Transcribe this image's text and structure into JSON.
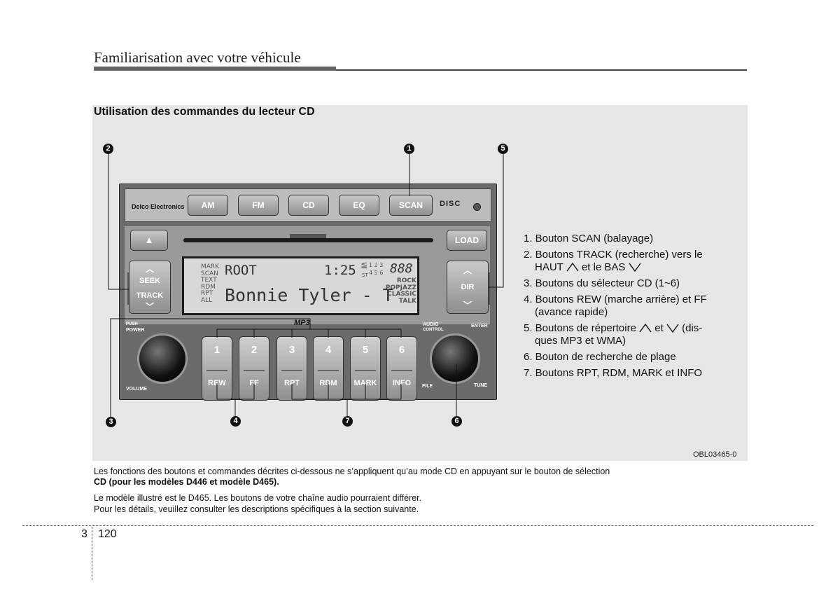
{
  "header": {
    "title": "Familiarisation avec votre véhicule"
  },
  "section": {
    "title": "Utilisation des commandes du lecteur CD",
    "figure_code": "OBL03465-0"
  },
  "callouts": [
    "1",
    "2",
    "3",
    "4",
    "5",
    "6",
    "7"
  ],
  "radio": {
    "brand": "Delco Electronics",
    "top_buttons": [
      "AM",
      "FM",
      "CD",
      "EQ",
      "SCAN"
    ],
    "disc_mark": "DISC",
    "eject_symbol": "▲",
    "load_label": "LOAD",
    "seek_label": "SEEK",
    "track_label": "TRACK",
    "dir_label": "DIR",
    "mp3_label": "MP3",
    "push_label": "PUSH",
    "power_label": "POWER",
    "volume_label": "VOLUME",
    "audio_label": "AUDIO",
    "control_label": "CONTROL",
    "enter_label": "ENTER",
    "file_label": "FILE",
    "tune_label": "TUNE",
    "display": {
      "left_labels": [
        "MARK",
        "SCAN",
        "TEXT",
        "RDM",
        "RPT",
        "ALL"
      ],
      "folder": "ROOT",
      "time": "1:25",
      "disc_numbers": [
        "1 2 3",
        "4 5 6"
      ],
      "st": "ST",
      "segment": "888",
      "eq_modes": [
        "ROCK",
        "POPJAZZ",
        "CLASSIC",
        "TALK"
      ],
      "track_text": "Bonnie Tyler - T"
    },
    "presets": [
      {
        "num": "1",
        "fn": "REW"
      },
      {
        "num": "2",
        "fn": "FF"
      },
      {
        "num": "3",
        "fn": "RPT"
      },
      {
        "num": "4",
        "fn": "RDM"
      },
      {
        "num": "5",
        "fn": "MARK"
      },
      {
        "num": "6",
        "fn": "INFO"
      }
    ]
  },
  "legend": {
    "item1": "1. Bouton SCAN (balayage)",
    "item2a": "2. Boutons TRACK (recherche) vers le",
    "item2b_pre": "HAUT",
    "item2b_mid": "et le BAS",
    "item3": "3. Boutons du sélecteur CD (1~6)",
    "item4a": "4. Boutons REW (marche arrière) et FF",
    "item4b": "(avance rapide)",
    "item5a_pre": "5. Boutons de répertoire",
    "item5a_mid": "et",
    "item5a_post": "(dis-",
    "item5b": "ques MP3 et WMA)",
    "item6": "6. Bouton de recherche de plage",
    "item7": "7. Boutons RPT, RDM, MARK et INFO"
  },
  "notes": {
    "p1_line1": "Les fonctions des boutons et commandes décrites ci-dessous ne s’appliquent qu’au mode CD en appuyant sur le bouton de sélection",
    "p1_line2": "CD (pour les modèles D446 et modèle D465).",
    "p2_line1": "Le modèle illustré est le D465. Les boutons de votre chaîne audio pourraient différer.",
    "p2_line2": "Pour les détails, veuillez consulter les descriptions spécifiques à la section suivante."
  },
  "footer": {
    "chapter": "3",
    "page": "120"
  }
}
